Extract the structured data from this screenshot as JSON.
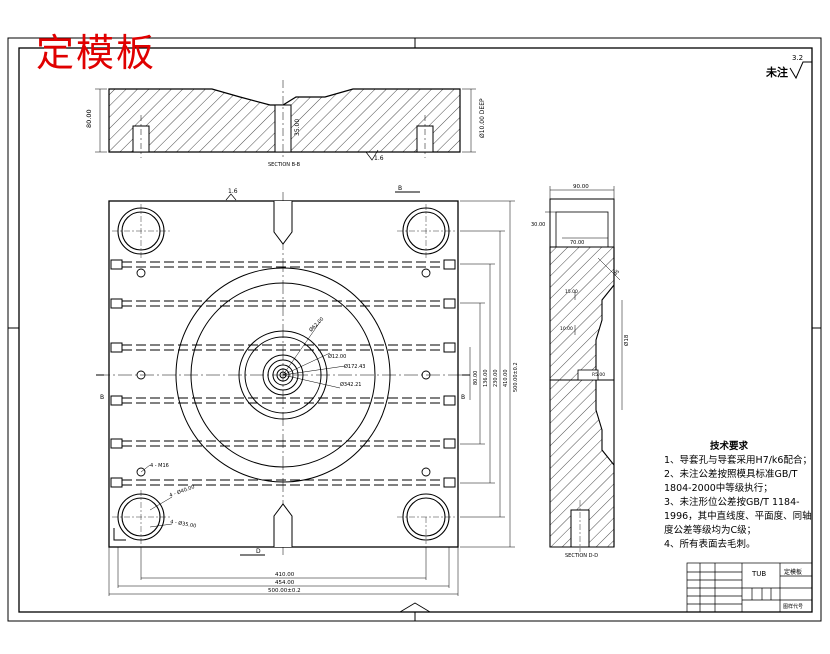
{
  "title": "定模板",
  "surface_note": {
    "label": "未注",
    "roughness": "3.2"
  },
  "top_view": {
    "section_label": "SECTION B-B",
    "dim_height": "80.00",
    "dim_right": "Ø10.00 DEEP",
    "dim_center": "35.00",
    "roughness": "1.6"
  },
  "front_view": {
    "roughness_top": "1.6",
    "marker_b": "B",
    "marker_d": "D",
    "hole_labels": [
      "Ø12.00",
      "Ø62.00",
      "Ø172.43",
      "Ø342.21"
    ],
    "hole_note_1": "4 - M16",
    "hole_note_2": "4 - Ø40.00",
    "hole_note_3": "4 - Ø35.00",
    "dim_bottom": [
      "410.00",
      "454.00",
      "500.00±0.2"
    ],
    "dim_right": [
      "80.00",
      "136.00",
      "230.00",
      "410.00",
      "500.00±0.2"
    ]
  },
  "side_view": {
    "section_label": "SECTION D-D",
    "dim_top": "90.00",
    "dim_left": "30.00",
    "dim_mid": "70.00",
    "dim_right": "Ø18",
    "dim_small": [
      "15.00",
      "10.00",
      "Ø5",
      "R5.00"
    ]
  },
  "tech_requirements": {
    "heading": "技术要求",
    "items": [
      "1、导套孔与导套采用H7/k6配合；",
      "2、未注公差按照模具标准GB/T 1804-2000中等级执行；",
      "3、未注形位公差按GB/T 1184-1996，其中直线度、平面度、同轴度公差等级均为C级；",
      "4、所有表面去毛刺。"
    ]
  },
  "title_block": {
    "school": "TUB",
    "name": "定模板",
    "material": "图样代号"
  }
}
